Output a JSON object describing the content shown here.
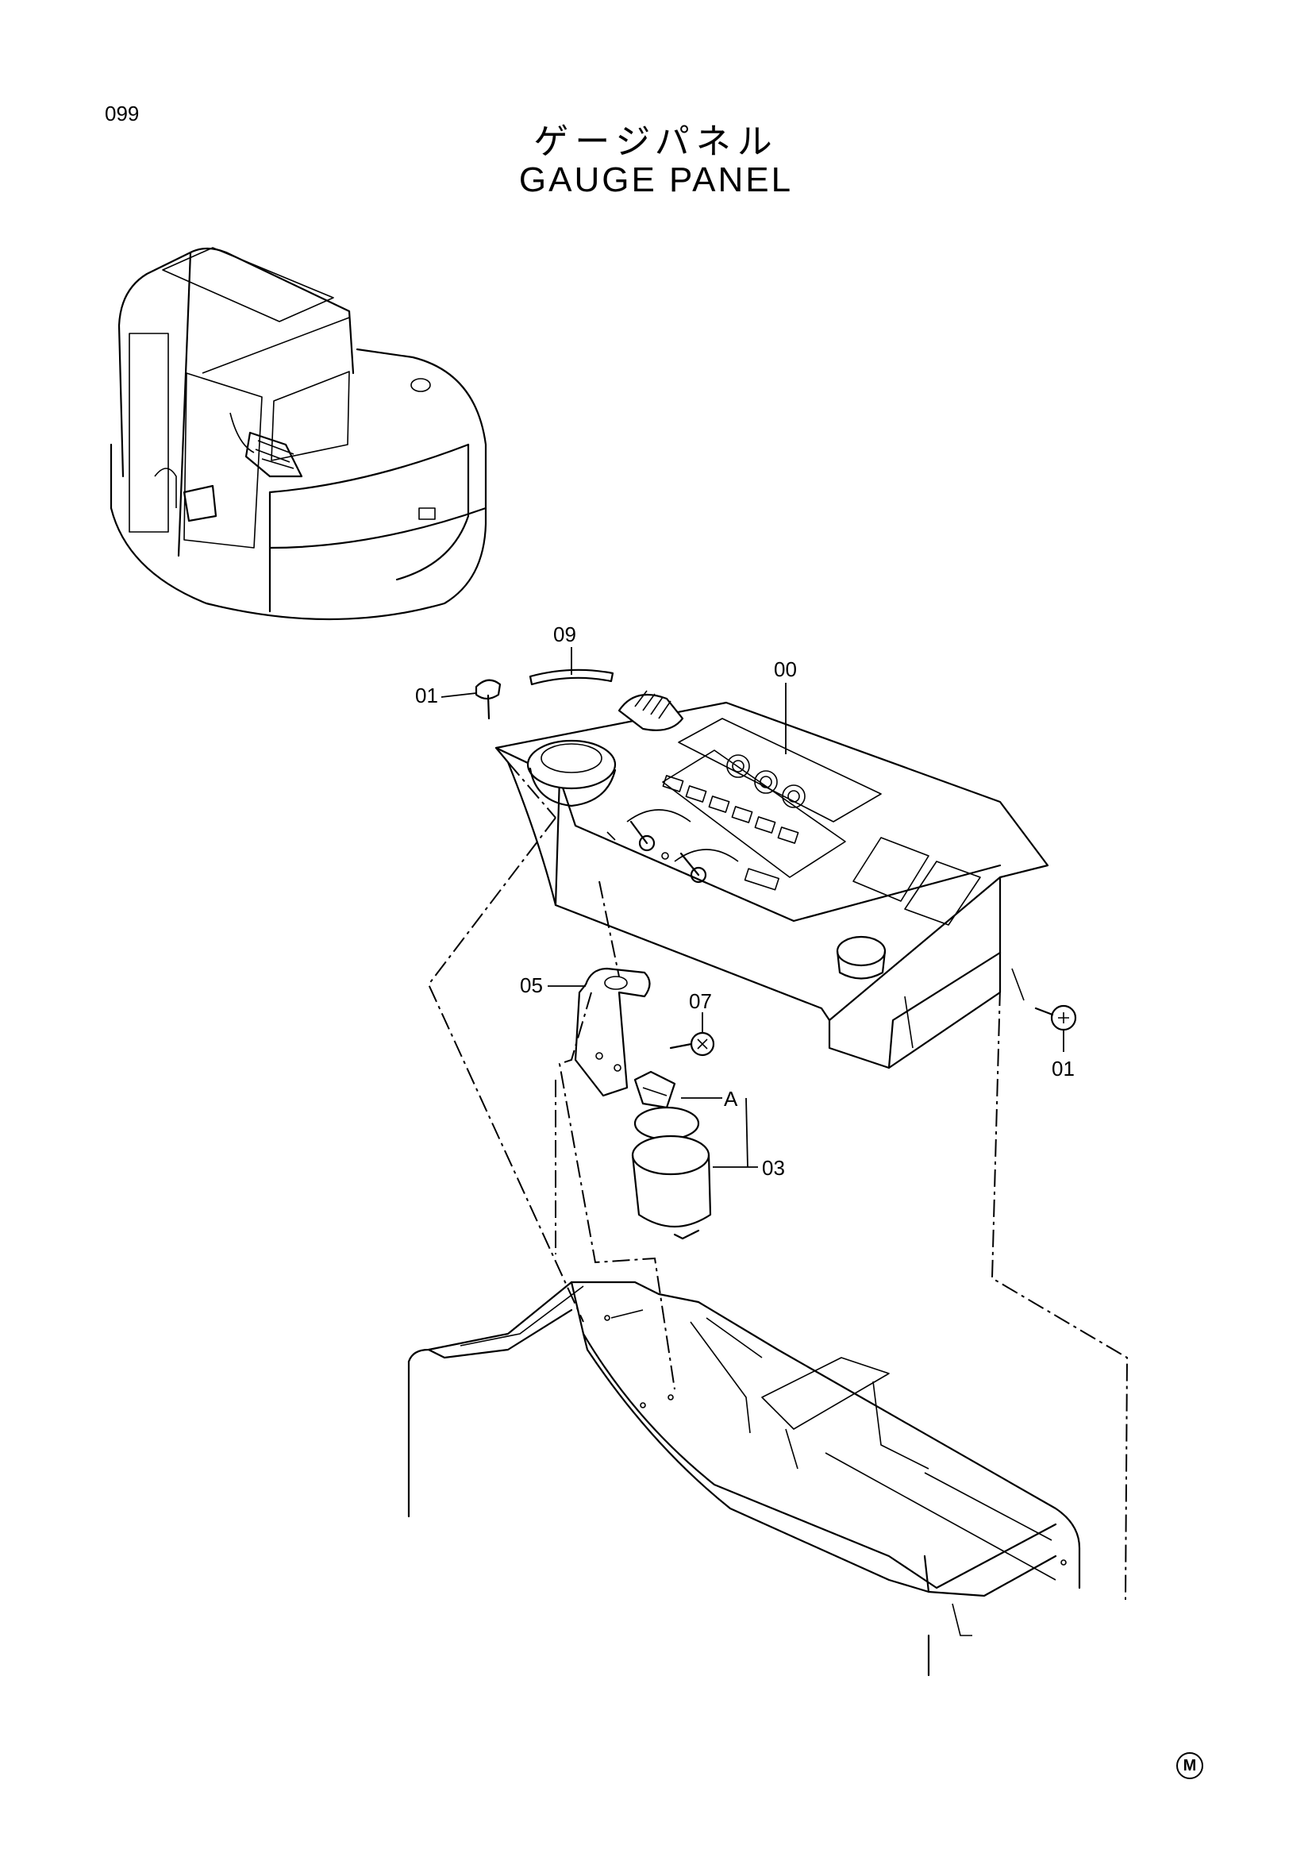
{
  "page_number": "099",
  "title_jp": "ゲージパネル",
  "title_en": "GAUGE PANEL",
  "callouts": {
    "c00": "00",
    "c01_top": "01",
    "c01_right": "01",
    "c03": "03",
    "c05": "05",
    "c07": "07",
    "c09": "09",
    "cA": "A"
  },
  "corner_mark": "M"
}
